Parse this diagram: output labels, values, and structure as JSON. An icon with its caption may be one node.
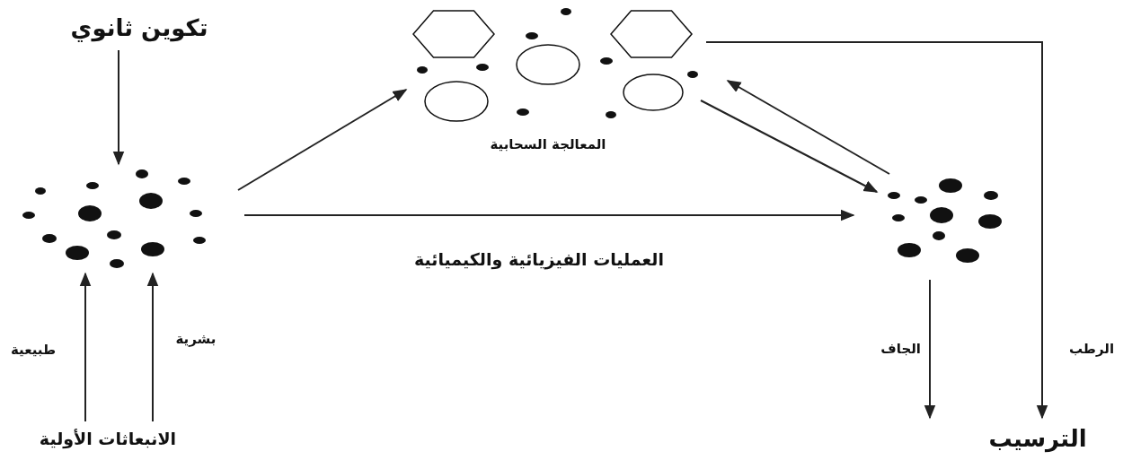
{
  "diagram": {
    "nodes": [
      {
        "text": [
          "تكوين ثانوي"
        ]
      },
      {
        "text": [],
        "shape": "picture"
      },
      {
        "text": [],
        "shape": "picture",
        "beside": [
          "المعالجة السحابية"
        ]
      },
      {
        "text": [],
        "shape": "picture"
      },
      {
        "text": [
          "الانبعاثات الأولية"
        ]
      },
      {
        "text": [
          "الترسيب"
        ]
      }
    ],
    "edges": [
      {
        "from": 0,
        "to": 1,
        "arrow": "to"
      },
      {
        "from": 1,
        "to": 2,
        "arrow": "to"
      },
      {
        "from": 1,
        "to": 3,
        "arrow": "to",
        "label": "العمليات الفيزيائية والكيميائية"
      },
      {
        "from": 2,
        "to": 3,
        "arrow": "to"
      },
      {
        "from": 3,
        "to": 2,
        "arrow": "to"
      },
      {
        "from": 3,
        "to": 5,
        "arrow": "to",
        "label": "الجاف"
      },
      {
        "from": 2,
        "to": 5,
        "arrow": "to",
        "label": "الرطب"
      },
      {
        "from": 4,
        "to": 1,
        "arrow": "to",
        "label": "طبيعية"
      },
      {
        "from": 4,
        "to": 1,
        "arrow": "to",
        "label": "بشرية"
      }
    ]
  }
}
